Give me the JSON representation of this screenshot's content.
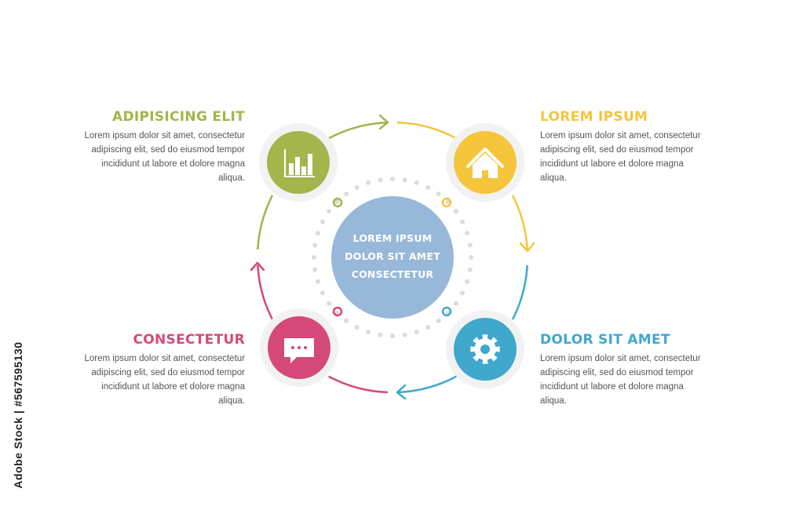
{
  "colors": {
    "green": "#a3b54b",
    "yellow": "#f5c53c",
    "blue": "#3fa8cc",
    "pink": "#d4497a",
    "center": "#98b8d9",
    "dots": "#dcdcdc"
  },
  "center": {
    "lines": [
      "LOREM IPSUM",
      "DOLOR SIT AMET",
      "CONSECTETUR"
    ]
  },
  "steps": [
    {
      "position": "top-left",
      "title": "ADIPISICING ELIT",
      "body": "Lorem ipsum dolor sit amet, consectetur adipiscing elit, sed do eiusmod tempor incididunt ut labore et dolore magna aliqua.",
      "icon": "bar-chart-icon",
      "color": "#a3b54b"
    },
    {
      "position": "top-right",
      "title": "LOREM IPSUM",
      "body": "Lorem ipsum dolor sit amet, consectetur adipiscing elit, sed do eiusmod tempor incididunt ut labore et dolore magna aliqua.",
      "icon": "home-icon",
      "color": "#f5c53c"
    },
    {
      "position": "bottom-left",
      "title": "CONSECTETUR",
      "body": "Lorem ipsum dolor sit amet, consectetur adipiscing elit, sed do eiusmod tempor incididunt ut labore et dolore magna aliqua.",
      "icon": "chat-bubble-icon",
      "color": "#d4497a"
    },
    {
      "position": "bottom-right",
      "title": "DOLOR SIT AMET",
      "body": "Lorem ipsum dolor sit amet, consectetur adipiscing elit, sed do eiusmod tempor incididunt ut labore et dolore magna aliqua.",
      "icon": "gear-icon",
      "color": "#3fa8cc"
    }
  ],
  "side_text": "Adobe Stock | #567595130"
}
